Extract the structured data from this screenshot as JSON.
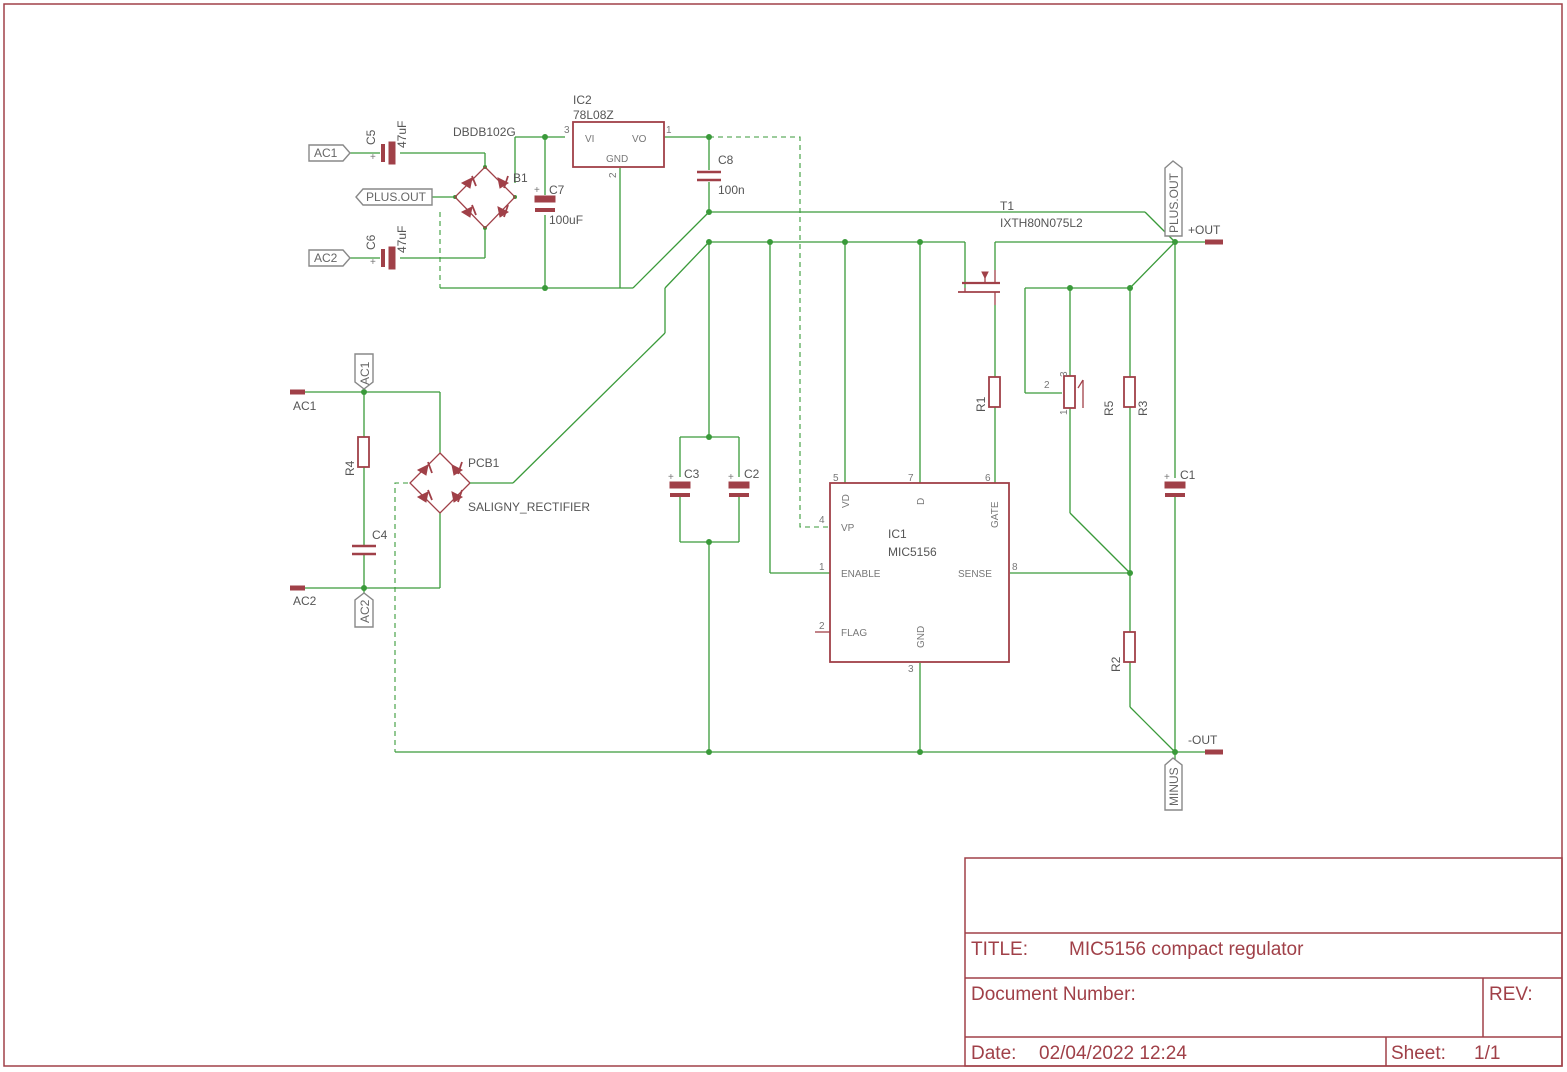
{
  "title_block": {
    "title_label": "TITLE:",
    "title_value": "MIC5156 compact regulator",
    "docnum_label": "Document Number:",
    "rev_label": "REV:",
    "date_label": "Date:",
    "date_value": "02/04/2022 12:24",
    "sheet_label": "Sheet:",
    "sheet_value": "1/1"
  },
  "ports": {
    "ac1_left": "AC1",
    "ac2_left": "AC2",
    "plus_out_left": "PLUS.OUT",
    "ac1_vert": "AC1",
    "ac2_vert": "AC2",
    "plus_out_right": "PLUS.OUT",
    "minus": "MINUS"
  },
  "components": {
    "c5": {
      "name": "C5",
      "value": "47uF"
    },
    "c6": {
      "name": "C6",
      "value": "47uF"
    },
    "b1": {
      "name": "B1",
      "value": "DBDB102G"
    },
    "c7": {
      "name": "C7",
      "value": "100uF"
    },
    "ic2": {
      "name": "IC2",
      "value": "78L08Z",
      "pin_vi": "VI",
      "pin_vo": "VO",
      "pin_gnd": "GND",
      "n3": "3",
      "n1": "1",
      "n2": "2"
    },
    "c8": {
      "name": "C8",
      "value": "100n"
    },
    "t1": {
      "name": "T1",
      "value": "IXTH80N075L2"
    },
    "r1": {
      "name": "R1"
    },
    "trim": {
      "p1": "1",
      "p2": "2",
      "p3": "3"
    },
    "r5": {
      "name": "R5"
    },
    "r3": {
      "name": "R3"
    },
    "r2": {
      "name": "R2"
    },
    "r4": {
      "name": "R4"
    },
    "c4": {
      "name": "C4"
    },
    "pcb1": {
      "name": "PCB1",
      "value": "SALIGNY_RECTIFIER"
    },
    "c3": {
      "name": "C3"
    },
    "c2": {
      "name": "C2"
    },
    "c1": {
      "name": "C1"
    },
    "ic1": {
      "name": "IC1",
      "value": "MIC5156",
      "vd": "VD",
      "d": "D",
      "gate": "GATE",
      "vp": "VP",
      "enable": "ENABLE",
      "sense": "SENSE",
      "flag": "FLAG",
      "gnd": "GND",
      "n5": "5",
      "n7": "7",
      "n6": "6",
      "n4": "4",
      "n1": "1",
      "n8": "8",
      "n2": "2",
      "n3": "3"
    }
  },
  "supply": {
    "ac1": "AC1",
    "ac2": "AC2",
    "plus_out": "+OUT",
    "minus_out": "-OUT"
  },
  "colors": {
    "symbol": "#a04048",
    "wire": "#3a9a3a",
    "label": "#555555"
  }
}
